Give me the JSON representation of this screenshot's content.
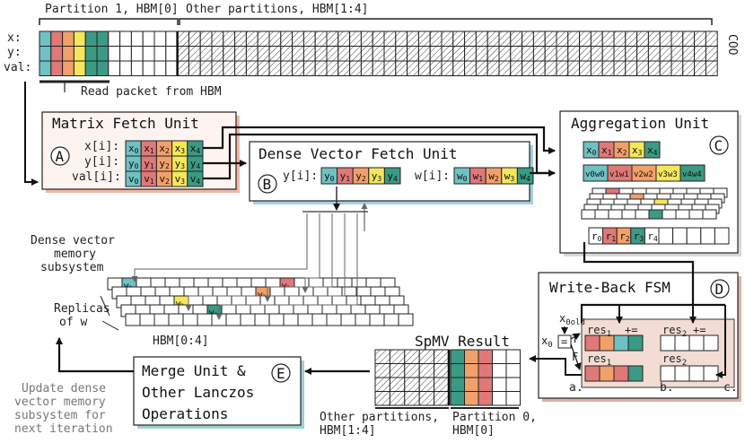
{
  "colors": {
    "teal": "#6fc1c4",
    "red": "#e07878",
    "orange": "#f2a06a",
    "yellow": "#f6e65a",
    "green": "#3a9a84",
    "fetch_fill": "#fdf4f1",
    "fetch_shadow": "#f3b6a6",
    "dense_shadow": "#a6cfe0",
    "agg_shadow": "#d8d8d8",
    "wb_fill": "#f2dcd3",
    "wb_shadow": "#d9b3a6",
    "merge_shadow": "#9fd0d2"
  },
  "coo": {
    "partition1": "Partition 1, HBM[0]",
    "other_partitions": "Other partitions, HBM[1:4]",
    "row_x": "x:",
    "row_y": "y:",
    "row_val": "val:",
    "side_label": "COO",
    "read_packet": "Read packet from HBM"
  },
  "matrix_fetch": {
    "title": "Matrix Fetch Unit",
    "badge": "A",
    "row_x": "x[i]:",
    "row_y": "y[i]:",
    "row_val": "val[i]:"
  },
  "dense_fetch": {
    "title": "Dense Vector Fetch Unit",
    "badge": "B",
    "y_label": "y[i]:",
    "w_label": "w[i]:"
  },
  "aggregation": {
    "title": "Aggregation Unit",
    "badge": "C"
  },
  "memory": {
    "subsystem": [
      "Dense vector",
      "memory",
      "subsystem"
    ],
    "replicas": [
      "Replicas",
      "of w"
    ],
    "hbm": "HBM[0:4]"
  },
  "writeback": {
    "title": "Write-Back FSM",
    "badge": "D",
    "x0old": "x0old",
    "x0": "x0",
    "eq": "=",
    "t": "T",
    "f": "F",
    "res1": "res1",
    "res2": "res2",
    "plus_eq": "+=",
    "a": "a.",
    "b": "b.",
    "c": "c."
  },
  "spmv": {
    "title": "SpMV Result",
    "other": [
      "Other partitions,",
      "HBM[1:4]"
    ],
    "p0": [
      "Partition 0,",
      "HBM[0]"
    ]
  },
  "merge": {
    "lines": [
      "Merge Unit &",
      "Other Lanczos",
      "Operations"
    ],
    "badge": "E"
  },
  "update_text": [
    "Update dense",
    "vector memory",
    "subsystem for",
    "next iteration"
  ]
}
